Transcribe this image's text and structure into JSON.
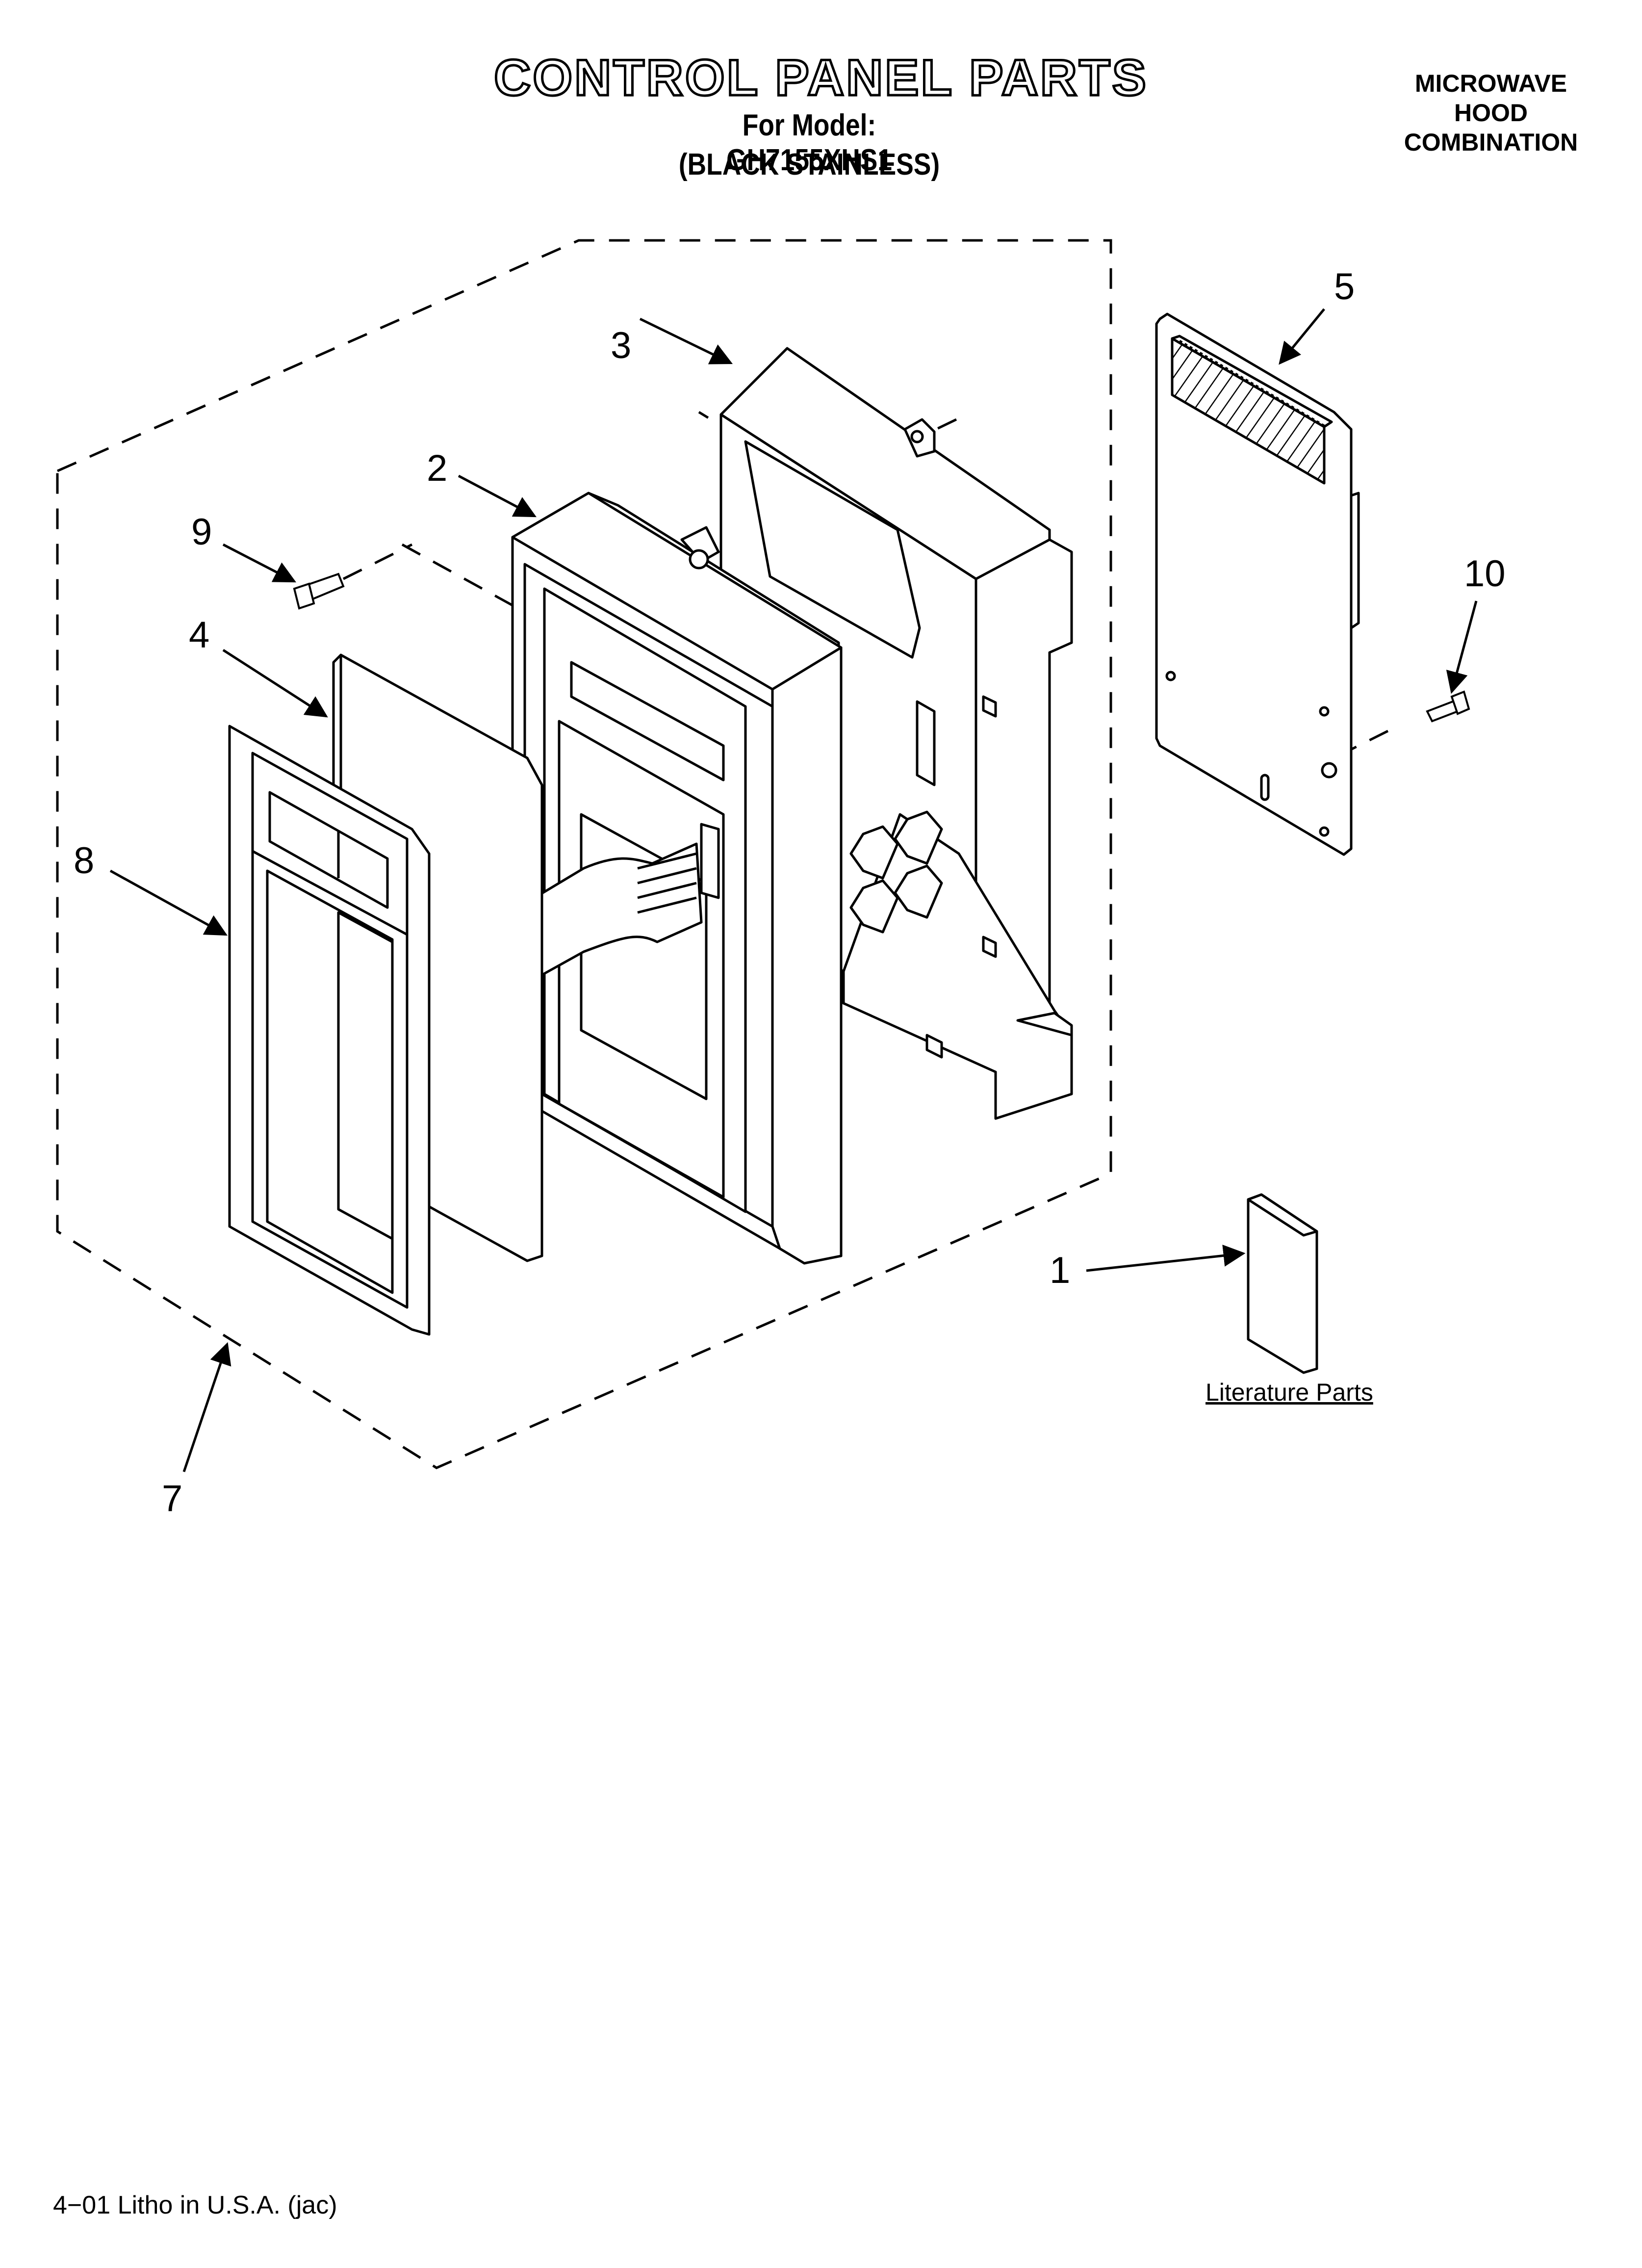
{
  "header": {
    "title": "CONTROL PANEL PARTS",
    "model_line": "For Model: GH7155XHS1",
    "finish_line": "(BLACK STAINLESS)",
    "category": [
      "MICROWAVE",
      "HOOD",
      "COMBINATION"
    ]
  },
  "callouts": {
    "c1": "1",
    "c2": "2",
    "c3": "3",
    "c4": "4",
    "c5": "5",
    "c7": "7",
    "c8": "8",
    "c9": "9",
    "c10": "10"
  },
  "literature_label": "Literature Parts",
  "footer": "4−01 Litho in U.S.A. (jac)"
}
